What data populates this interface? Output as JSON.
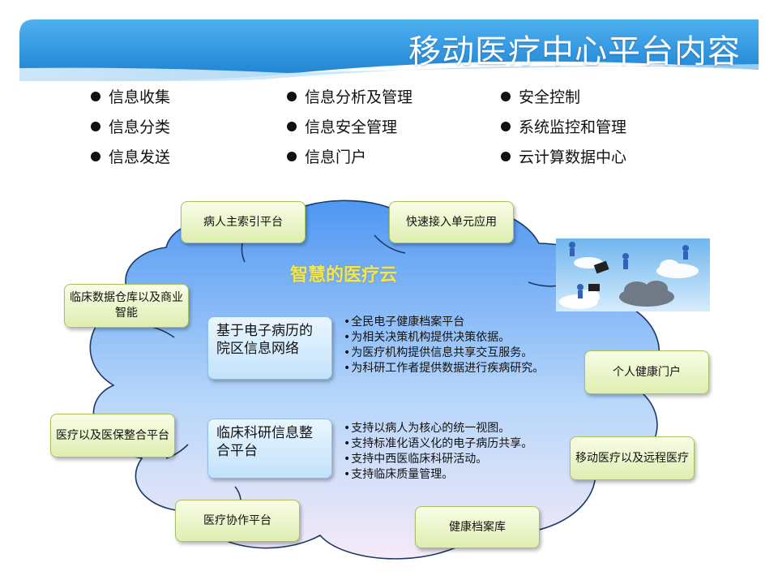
{
  "header": {
    "title": "移动医疗中心平台内容"
  },
  "bullets": {
    "col1": [
      "信息收集",
      "信息分类",
      "信息发送"
    ],
    "col2": [
      "信息分析及管理",
      "信息安全管理",
      "信息门户"
    ],
    "col3": [
      "安全控制",
      "系统监控和管理",
      "云计算数据中心"
    ]
  },
  "cloud": {
    "title": "智慧的医疗云",
    "center_boxes": [
      {
        "label": "基于电子病历的院区信息网络",
        "items": [
          "全民电子健康档案平台",
          "为相关决策机构提供决策依据。",
          "为医疗机构提供信息共享交互服务。",
          "为科研工作者提供数据进行疾病研究。"
        ]
      },
      {
        "label": "临床科研信息整合平台",
        "items": [
          "支持以病人为核心的统一视图。",
          "支持标准化语义化的电子病历共享。",
          "支持中西医临床科研活动。",
          "支持临床质量管理。"
        ]
      }
    ],
    "nodes": [
      "病人主索引平台",
      "快速接入单元应用",
      "临床数据仓库以及商业智能",
      "个人健康门户",
      "医疗以及医保整合平台",
      "移动医疗以及远程医疗",
      "医疗协作平台",
      "健康档案库"
    ]
  },
  "colors": {
    "banner_blue": "#1e88d6",
    "cloud_title": "#f3e54a",
    "node_green": "#dfeeb2",
    "center_blue": "#c2e2fb"
  },
  "image": {
    "description_icon": "cloud-computing-illustration-icon"
  }
}
